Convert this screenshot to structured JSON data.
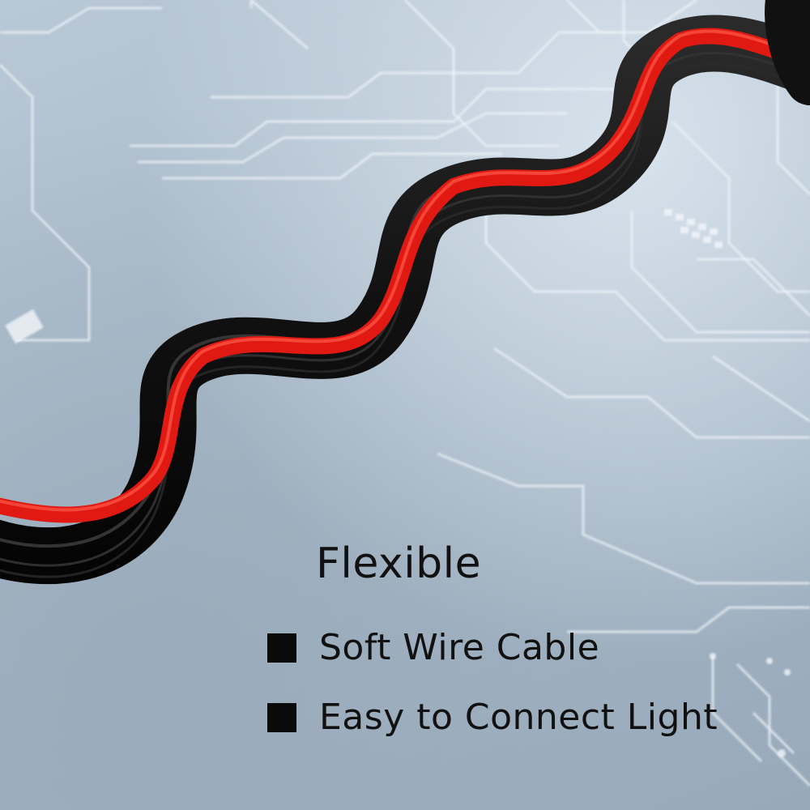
{
  "headline": "Flexible",
  "features": [
    {
      "text": "Soft Wire Cable",
      "bullet_icon": "black-square-bullet-icon"
    },
    {
      "text": "Easy to Connect Light",
      "bullet_icon": "black-square-bullet-icon"
    }
  ],
  "colors": {
    "background": "#a9bac9",
    "circuit_lines": "#e8eff5",
    "wire_black": "#151515",
    "wire_red": "#e01a12",
    "text": "#111111"
  }
}
